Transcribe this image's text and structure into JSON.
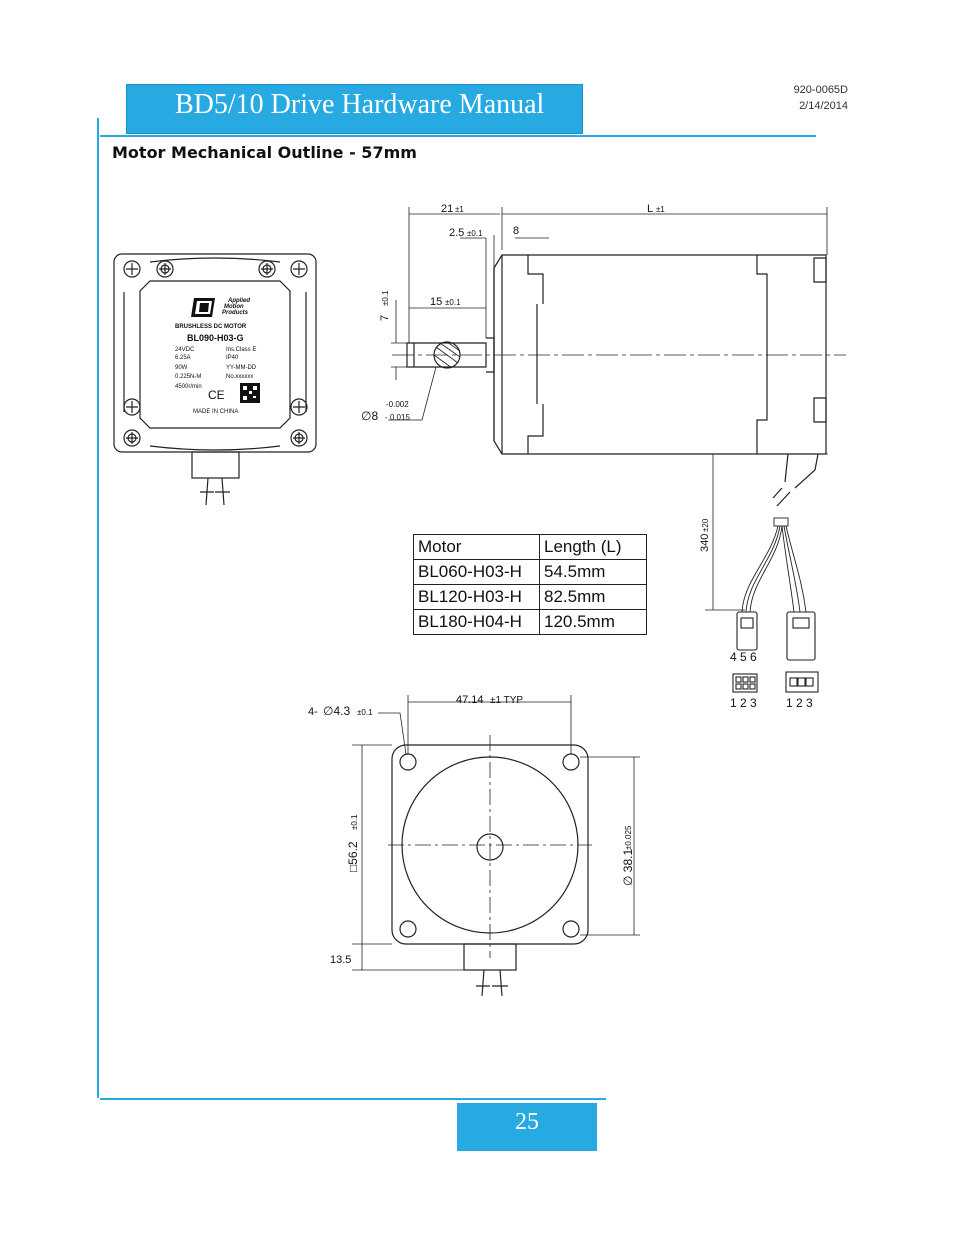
{
  "header": {
    "title": "BD5/10 Drive Hardware Manual",
    "doc_number": "920-0065D",
    "date": "2/14/2014"
  },
  "section": {
    "title": "Motor Mechanical Outline - 57mm"
  },
  "page": {
    "number": "25"
  },
  "label_plate": {
    "brand_line1": "Applied",
    "brand_line2": "Motion",
    "brand_line3": "Products",
    "product_type": "BRUSHLESS DC MOTOR",
    "model": "BL090-H03-G",
    "spec_left": [
      "24VDC",
      "6.25A",
      "90W",
      "0.225N-M",
      "4500r/min"
    ],
    "spec_right": [
      "Ins.Class E",
      "IP40",
      "YY-MM-DD",
      "No.xxxxxx"
    ],
    "ce_mark": "CE",
    "origin": "MADE IN CHINA"
  },
  "side_view_dims": {
    "d_21": "21",
    "tol_21": "±1",
    "d_L": "L",
    "tol_L": "±1",
    "d_2_5": "2.5",
    "tol_2_5": "±0.1",
    "d_8": "8",
    "d_15": "15",
    "tol_15": "±0.1",
    "d_7": "7",
    "tol_7": "±0.1",
    "shaft_symbol": "∅8",
    "shaft_tol_upper": "-0.002",
    "shaft_tol_lower": "- 0.015",
    "d_340": "340",
    "tol_340": "±20"
  },
  "connectors": {
    "pins_top": "4 5 6",
    "pins_bottom_left": "1 2 3",
    "pins_bottom_right": "1 2 3"
  },
  "length_table": {
    "headers": [
      "Motor",
      "Length (L)"
    ],
    "rows": [
      [
        "BL060-H03-H",
        "54.5mm"
      ],
      [
        "BL120-H03-H",
        "82.5mm"
      ],
      [
        "BL180-H04-H",
        "120.5mm"
      ]
    ]
  },
  "front_view_dims": {
    "holes_prefix": "4- ",
    "holes_symbol": "∅4.3",
    "holes_tol": "±0.1",
    "bolt_pitch": "47.14",
    "bolt_pitch_tol": "±1 TYP",
    "square": "□56.2",
    "square_tol": "±0.1",
    "pilot": "∅ 38.1",
    "pilot_tol": "±0.025",
    "d_13_5": "13.5"
  },
  "colors": {
    "accent": "#27a9e1"
  }
}
